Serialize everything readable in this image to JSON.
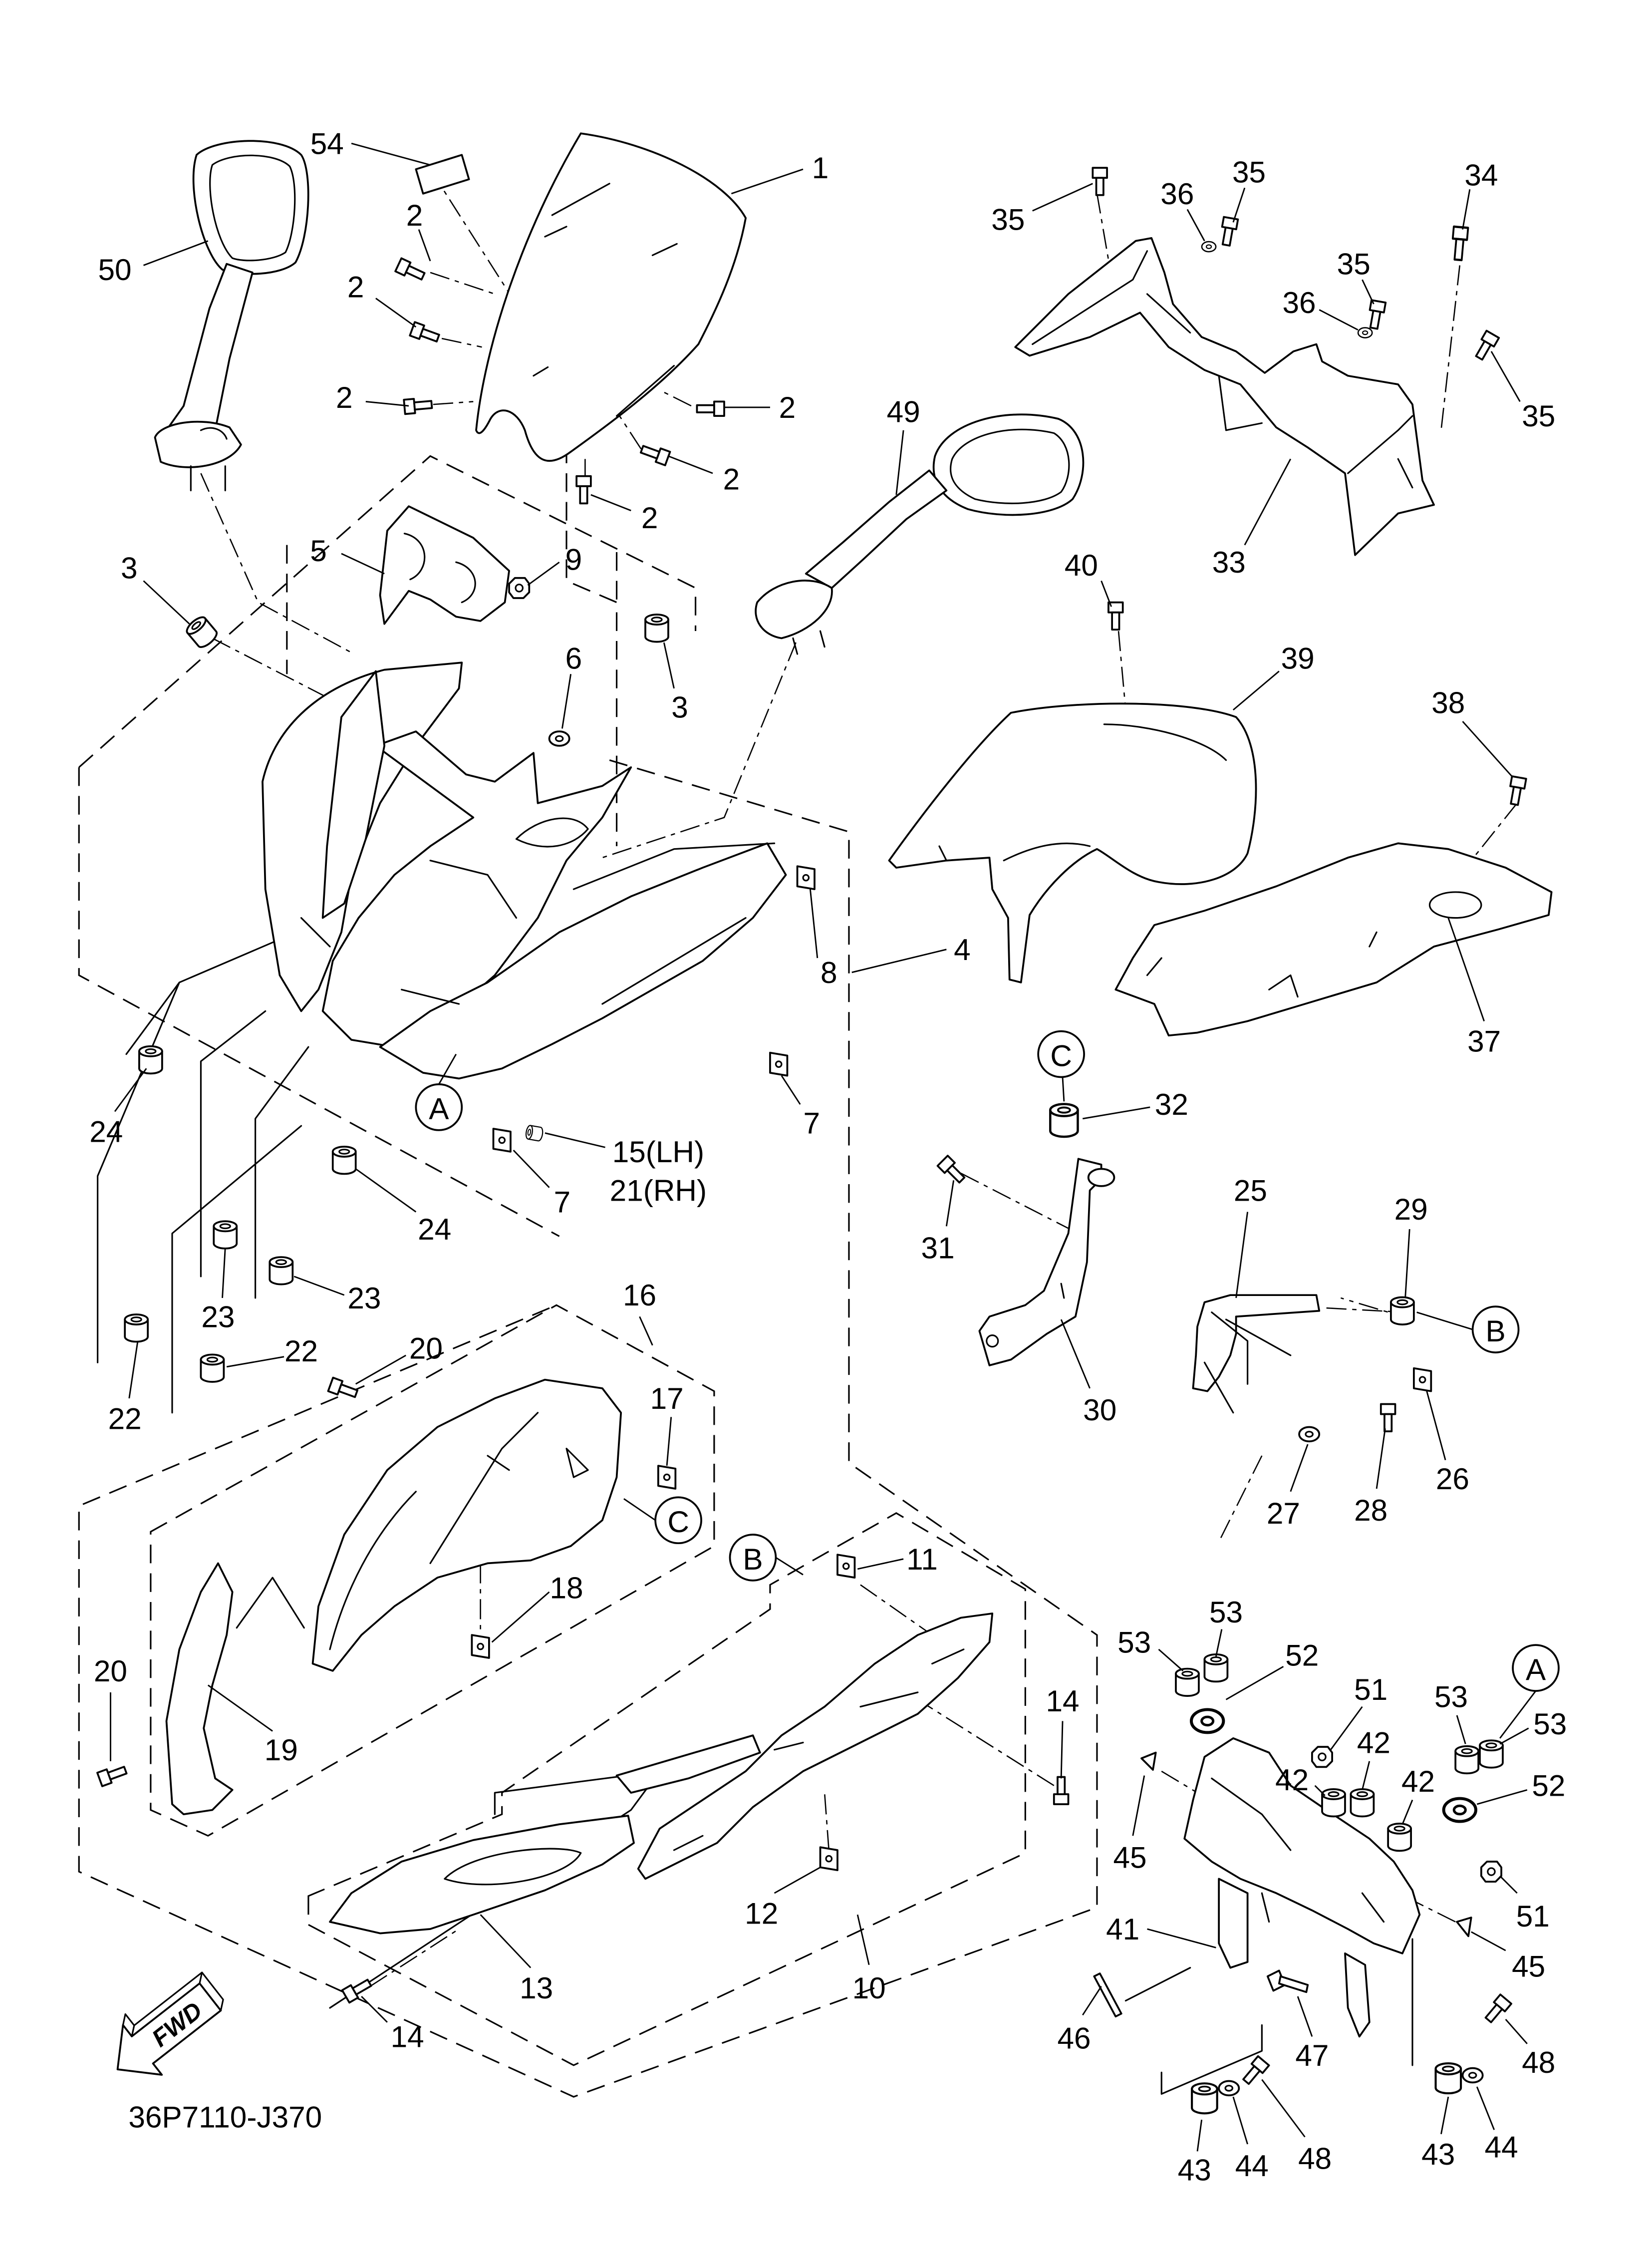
{
  "diagram": {
    "callouts": [
      "54",
      "1",
      "50",
      "2",
      "2",
      "2",
      "2",
      "2",
      "2",
      "49",
      "35",
      "36",
      "35",
      "34",
      "35",
      "36",
      "35",
      "33",
      "40",
      "39",
      "38",
      "37",
      "5",
      "9",
      "3",
      "6",
      "3",
      "8",
      "4",
      "7",
      "7",
      "15(LH)",
      "21(RH)",
      "32",
      "31",
      "30",
      "25",
      "29",
      "26",
      "27",
      "28",
      "24",
      "24",
      "23",
      "23",
      "22",
      "22",
      "16",
      "20",
      "17",
      "11",
      "18",
      "20",
      "19",
      "14",
      "12",
      "13",
      "10",
      "14",
      "53",
      "53",
      "52",
      "51",
      "53",
      "53",
      "42",
      "42",
      "42",
      "52",
      "45",
      "51",
      "41",
      "45",
      "46",
      "47",
      "48",
      "43",
      "44",
      "48",
      "43",
      "44"
    ],
    "refs": [
      "A",
      "C",
      "B",
      "C",
      "B",
      "A"
    ],
    "fwd": "FWD",
    "code": "36P7110-J370"
  }
}
